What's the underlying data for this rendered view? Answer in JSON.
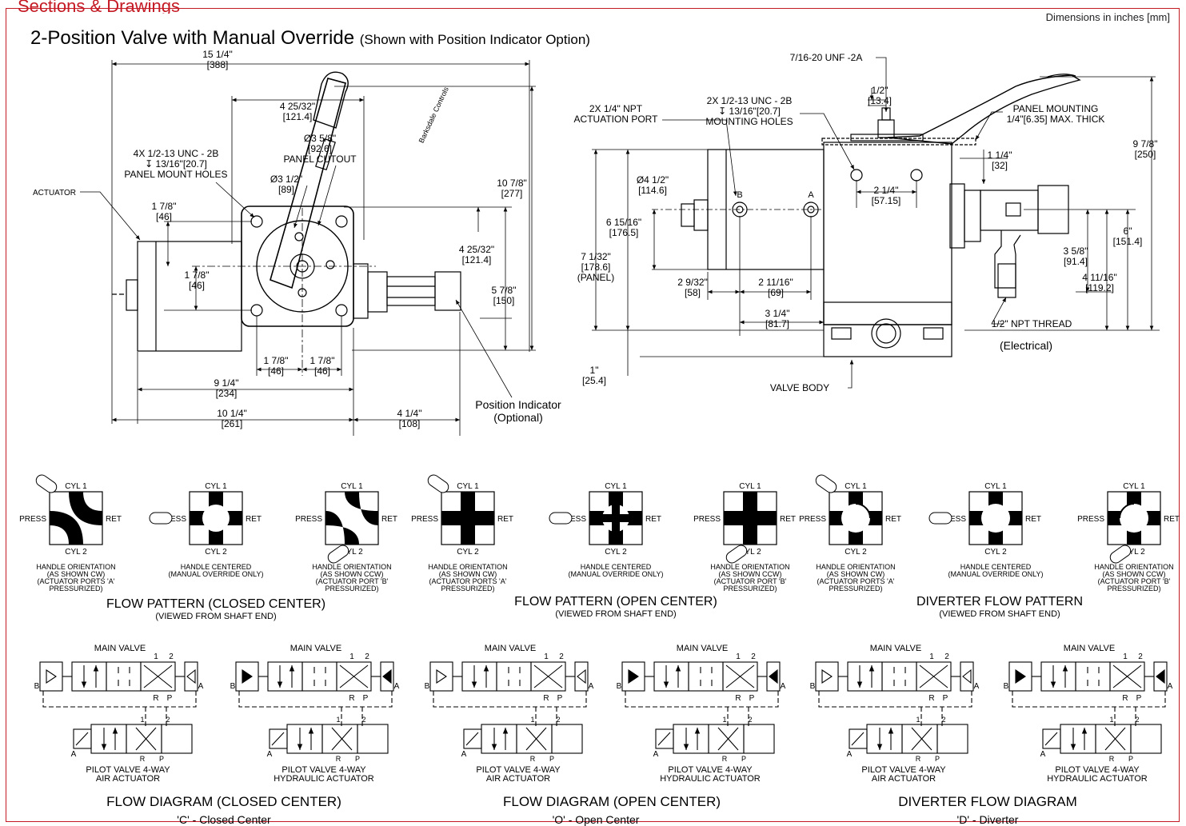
{
  "header_clipped": "Sections & Drawings",
  "dims_note": "Dimensions in inches [mm]",
  "title": "2-Position Valve with Manual Override",
  "title_sub": "(Shown with Position Indicator Option)",
  "logo_text": "Barksdale Controls",
  "front_view": {
    "labels": {
      "actuator": "ACTUATOR",
      "panel_holes": [
        "4X 1/2-13 UNC  - 2B",
        "↧ 13/16\"[20.7]",
        "PANEL MOUNT HOLES"
      ],
      "panel_cutout": [
        "Ø3 5/8\"",
        "[92.6]",
        "PANEL CUTOUT"
      ],
      "dia_3_1_2": [
        "Ø3 1/2\"",
        "[89]"
      ],
      "position_indicator": [
        "Position Indicator",
        "(Optional)"
      ]
    },
    "dims": {
      "overall_width": [
        "15 1/4\"",
        "[388]"
      ],
      "w_4_25_32": [
        "4 25/32\"",
        "[121.4]"
      ],
      "h_10_7_8": [
        "10 7/8\"",
        "[277]"
      ],
      "h_4_25_32": [
        "4 25/32\"",
        "[121.4]"
      ],
      "h_5_7_8": [
        "5 7/8\"",
        "[150]"
      ],
      "v_1_7_8a": [
        "1 7/8\"",
        "[46]"
      ],
      "v_1_7_8b": [
        "1 7/8\"",
        "[46]"
      ],
      "h_1_7_8a": [
        "1 7/8\"",
        "[46]"
      ],
      "h_1_7_8b": [
        "1 7/8\"",
        "[46]"
      ],
      "w_9_1_4": [
        "9 1/4\"",
        "[234]"
      ],
      "w_10_1_4": [
        "10 1/4\"",
        "[261]"
      ],
      "w_4_1_4": [
        "4 1/4\"",
        "[108]"
      ]
    }
  },
  "side_view": {
    "labels": {
      "thread_top": "7/16-20 UNF -2A",
      "npt_port": [
        "2X 1/4\" NPT",
        "ACTUATION PORT"
      ],
      "mount_holes": [
        "2X 1/2-13 UNC  - 2B",
        "↧ 13/16\"[20.7]",
        "MOUNTING HOLES"
      ],
      "panel_mounting": [
        "PANEL MOUNTING",
        "1/4\"[6.35] MAX. THICK"
      ],
      "npt_thread": "1/2\" NPT THREAD",
      "electrical": "(Electrical)",
      "valve_body": "VALVE BODY",
      "port_a": "A",
      "port_b": "B"
    },
    "dims": {
      "d_1_2": [
        "1/2\"",
        "[13.4]"
      ],
      "d_9_7_8": [
        "9 7/8\"",
        "[250]"
      ],
      "d_1_1_4": [
        "1 1/4\"",
        "[32]"
      ],
      "d_2_1_4": [
        "2 1/4\"",
        "[57.15]"
      ],
      "d_dia_4_1_2": [
        "Ø4 1/2\"",
        "[114.6]"
      ],
      "d_6_15_16": [
        "6 15/16\"",
        "[176.5]"
      ],
      "d_7_1_32": [
        "7 1/32\"",
        "[178.6]",
        "(PANEL)"
      ],
      "d_6": [
        "6\"",
        "[151.4]"
      ],
      "d_3_5_8": [
        "3 5/8\"",
        "[91.4]"
      ],
      "d_4_11_16": [
        "4 11/16\"",
        "[119.2]"
      ],
      "d_2_9_32": [
        "2 9/32\"",
        "[58]"
      ],
      "d_2_11_16": [
        "2 11/16\"",
        "[69]"
      ],
      "d_3_1_4": [
        "3 1/4\"",
        "[81.7]"
      ],
      "d_1": [
        "1\"",
        "[25.4]"
      ]
    }
  },
  "ports": {
    "cyl1": "CYL 1",
    "cyl2": "CYL 2",
    "press": "PRESS",
    "ret": "RET"
  },
  "handle_captions": {
    "cw": [
      "HANDLE ORIENTATION",
      "(AS SHOWN CW)",
      "(ACTUATOR PORTS 'A'",
      "PRESSURIZED)"
    ],
    "center": [
      "HANDLE CENTERED",
      "(MANUAL OVERRIDE ONLY)"
    ],
    "ccw": [
      "HANDLE ORIENTATION",
      "(AS SHOWN CCW)",
      "(ACTUATOR PORT 'B'",
      "PRESSURIZED)"
    ]
  },
  "flow_patterns": [
    {
      "title": "FLOW PATTERN (CLOSED CENTER)",
      "sub": "(VIEWED FROM SHAFT END)"
    },
    {
      "title": "FLOW PATTERN (OPEN CENTER)",
      "sub": "(VIEWED FROM SHAFT END)"
    },
    {
      "title": "DIVERTER FLOW PATTERN",
      "sub": "(VIEWED FROM SHAFT END)"
    }
  ],
  "diagram_labels": {
    "main_valve": "MAIN VALVE",
    "pilot_air": [
      "PILOT VALVE 4-WAY",
      "AIR ACTUATOR"
    ],
    "pilot_hyd": [
      "PILOT VALVE 4-WAY",
      "HYDRAULIC ACTUATOR"
    ],
    "n1": "1",
    "n2": "2",
    "r": "R",
    "p": "P",
    "a": "A",
    "b": "B"
  },
  "flow_diagrams": [
    {
      "title": "FLOW DIAGRAM (CLOSED CENTER)",
      "footer": "'C' - Closed Center"
    },
    {
      "title": "FLOW DIAGRAM (OPEN CENTER)",
      "footer": "'O' - Open Center"
    },
    {
      "title": "DIVERTER FLOW DIAGRAM",
      "footer": "'D' - Diverter"
    }
  ],
  "colors": {
    "frame": "#c41a24",
    "line": "#000000"
  }
}
